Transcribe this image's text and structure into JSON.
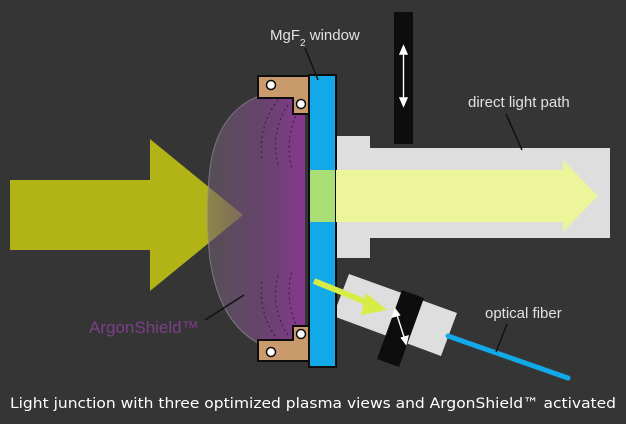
{
  "diagram": {
    "labels": {
      "window_prefix": "MgF",
      "window_sub": "2",
      "window_suffix": " window",
      "direct_light_path": "direct light path",
      "optical_fiber": "optical fiber",
      "argonshield": "ArgonShield™"
    },
    "caption": "Light junction with three optimized plasma views and ArgonShield™ activated",
    "colors": {
      "background": "#353535",
      "incoming_arrow": "#b1b317",
      "light_beam": "#ecf59a",
      "window": "#12a9e8",
      "window_center": "#a8de74",
      "tube": "#dedede",
      "plasma": "#7d3f88",
      "clamp": "#c89a6c",
      "fiber": "#12a9e8",
      "text": "#e2e2e2"
    }
  }
}
